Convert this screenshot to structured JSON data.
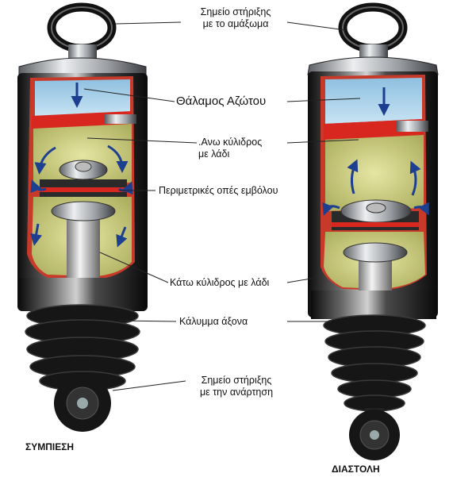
{
  "labels": {
    "mount_body": [
      "Σημείο στήριξης",
      "με το αμάξωμα"
    ],
    "nitrogen_chamber": "Θάλαμος Αζώτου",
    "upper_cylinder": [
      ".Ανω κύλιδρος",
      "με λάδι"
    ],
    "piston_holes": "Περιμετρικές οπές εμβόλου",
    "lower_cylinder": "Κάτω κύλιδρος με λάδι",
    "shaft_cover": "Κάλυμμα άξονα",
    "mount_suspension": [
      "Σημείο στήριξης",
      "με την ανάρτηση"
    ]
  },
  "captions": {
    "compression": "ΣΥΜΠΙΕΣΗ",
    "extension": "ΔΙΑΣΤΟΛΗ"
  },
  "colors": {
    "body_dark": "#1a1a1a",
    "chrome": "#c9ccd0",
    "nitrogen": "#a9d2ea",
    "oil": "#cfd08a",
    "seal_red": "#d8271f",
    "arrow_blue": "#1d3f8f",
    "bellows": "#161616"
  }
}
